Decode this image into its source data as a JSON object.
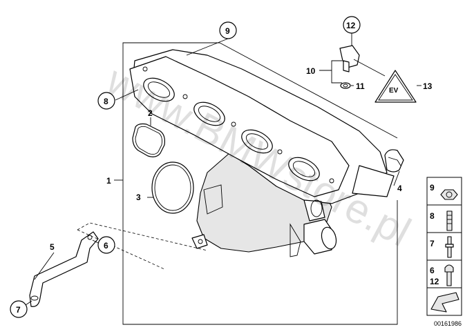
{
  "callouts": {
    "c1": "1",
    "c2": "2",
    "c3": "3",
    "c4": "4",
    "c5": "5",
    "c6": "6",
    "c7": "7",
    "c8": "8",
    "c9": "9",
    "c10": "10",
    "c11": "11",
    "c12": "12",
    "c13": "13"
  },
  "legend": [
    {
      "label": "9",
      "icon": "flange-nut-icon"
    },
    {
      "label": "8",
      "icon": "stud-bolt-icon"
    },
    {
      "label": "7",
      "icon": "stud-icon"
    },
    {
      "label": "6",
      "label2": "12",
      "icon": "hex-bolt-icon"
    },
    {
      "label": "",
      "icon": "arrow-icon"
    }
  ],
  "watermark": "www.BMWstore.pl",
  "diagram_id": "00161986"
}
